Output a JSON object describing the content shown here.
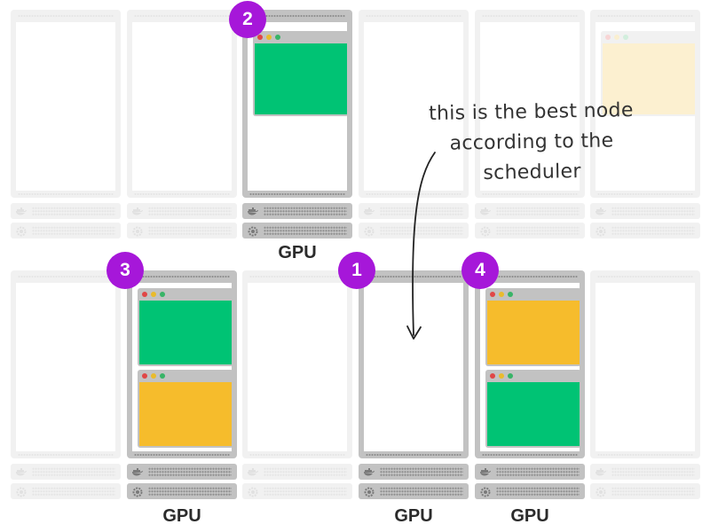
{
  "annotation": {
    "lines": [
      "this is the best node",
      "according to the",
      "scheduler"
    ]
  },
  "badges": [
    "1",
    "2",
    "3",
    "4"
  ],
  "gpu_label": "GPU",
  "colors": {
    "green_app": "#00c374",
    "yellow_app": "#f6bc2c",
    "badge": "#a617d9",
    "node_frame": "#c2c2c2"
  },
  "icons": {
    "node_unit_primary": "docker-whale-icon",
    "node_unit_secondary": "gear-icon",
    "window_controls": [
      "close-dot",
      "minimize-dot",
      "maximize-dot"
    ]
  }
}
